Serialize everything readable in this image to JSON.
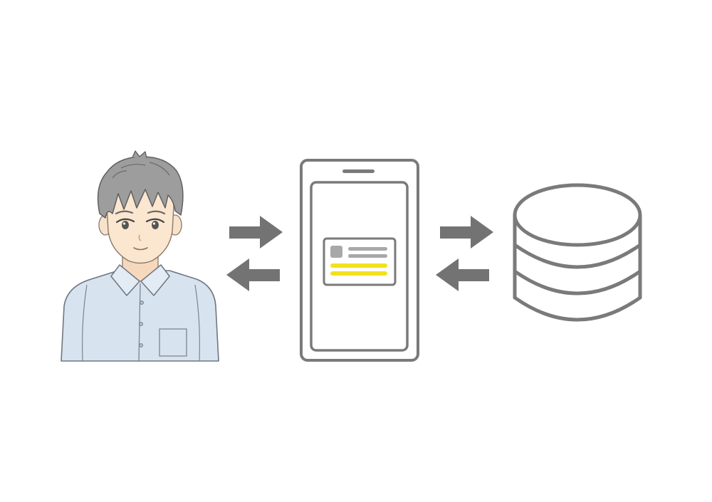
{
  "colors": {
    "background": "#ffffff",
    "outline_gray": "#7a7a7a",
    "arrow_gray": "#737373",
    "accent_yellow": "#f2e11e",
    "card_gray": "#a8a8a8",
    "hair": "#9a9a9a",
    "hair_dark": "#6f6f6f",
    "skin": "#fbe6cf",
    "shirt": "#d7e3ee"
  },
  "diagram": {
    "nodes": [
      {
        "id": "user",
        "icon": "person-icon"
      },
      {
        "id": "smartphone",
        "icon": "smartphone-icon"
      },
      {
        "id": "database",
        "icon": "database-icon"
      }
    ],
    "connections": [
      {
        "from": "user",
        "to": "smartphone",
        "direction": "bidirectional",
        "icon": "exchange-arrows-icon"
      },
      {
        "from": "smartphone",
        "to": "database",
        "direction": "bidirectional",
        "icon": "exchange-arrows-icon"
      }
    ]
  }
}
